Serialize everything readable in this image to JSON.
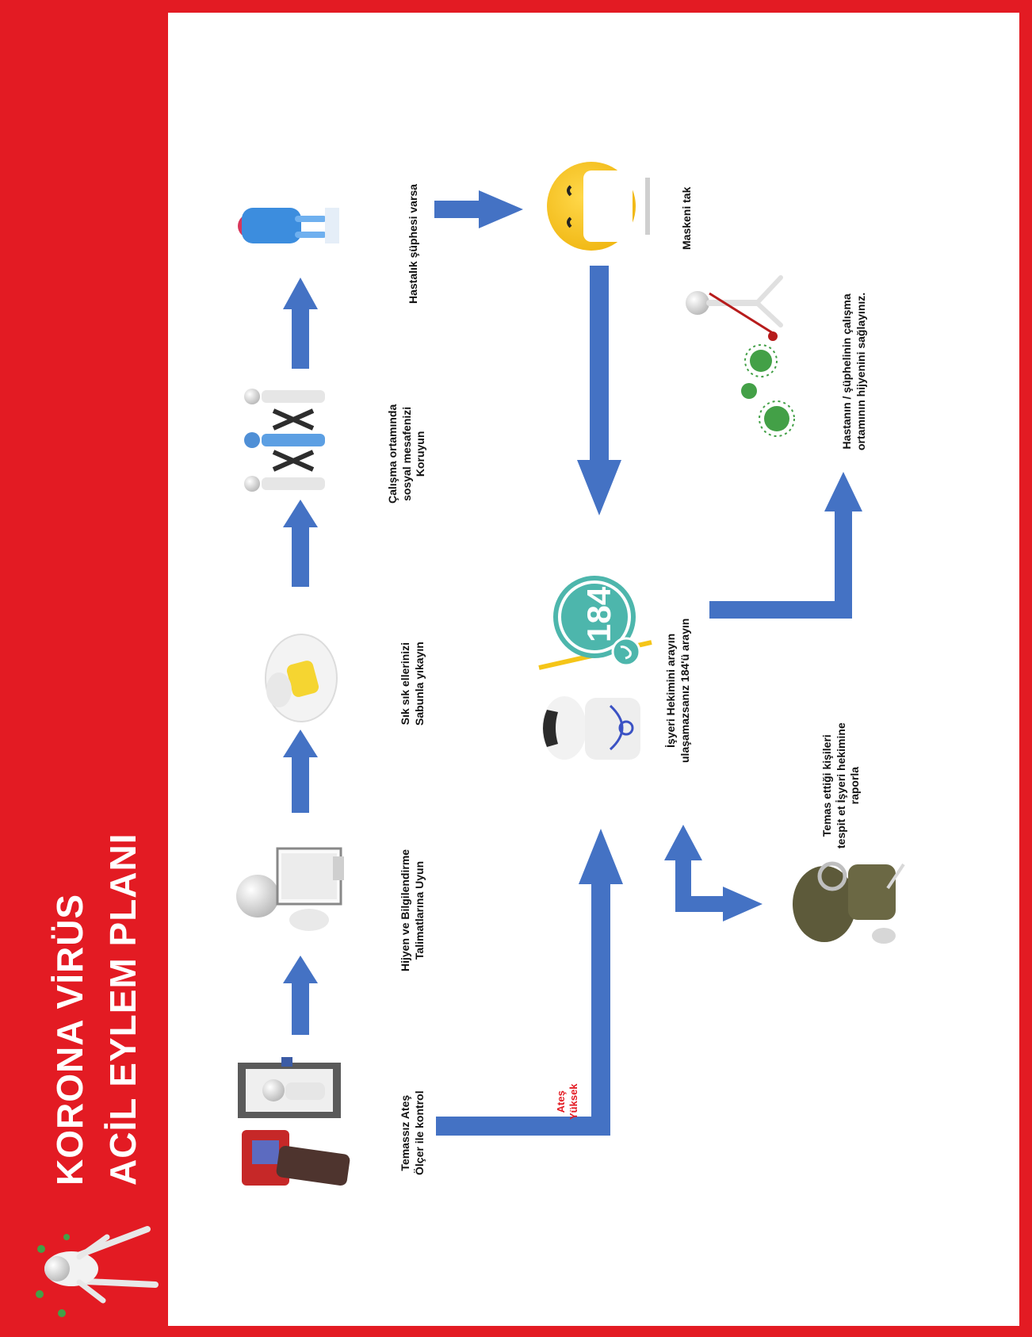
{
  "header": {
    "title_line1": "KORONA VİRÜS",
    "title_line2": "ACİL EYLEM PLANI"
  },
  "steps": {
    "temperature_line1": "Temassız Ateş",
    "temperature_line2": "Ölçer ile kontrol",
    "hygiene_line1": "Hijyen ve Bilgilendirme",
    "hygiene_line2": "Talimatlarına Uyun",
    "handwash_line1": "Sık sık ellerinizi",
    "handwash_line2": "Sabunla yıkayın",
    "distance_line1": "Çalışma ortamında",
    "distance_line2": "sosyal mesafenizi",
    "distance_line3": "Koruyun",
    "suspicion_line1": "Hastalık şüphesi varsa",
    "mask_line1": "Maskeni tak",
    "call_line1": "İşyeri Hekimini arayın",
    "call_line2": "ulaşamazsanız 184'ü arayın",
    "contacts_line1": "Temas ettiği kişileri",
    "contacts_line2": "tespit et İşyeri hekimine",
    "contacts_line3": "raporla",
    "cleaning_line1": "Hastanın / şüphelinin çalışma",
    "cleaning_line2": "ortamının hijyenini sağlayınız."
  },
  "branch_label": {
    "line1": "Ateş",
    "line2": "Yüksek"
  },
  "hotline": {
    "number": "184"
  },
  "colors": {
    "frame": "#e31b23",
    "arrow": "#4472c4",
    "virus": "#43a047",
    "emoji": "#f6c21c",
    "hotline": "#4db6ac"
  },
  "icons": [
    "person-pointing-icon",
    "thermometer-gun-icon",
    "doorway-figure-icon",
    "figure-with-board-icon",
    "soap-hands-icon",
    "social-distance-icon",
    "sick-figure-icon",
    "mask-emoji-icon",
    "doctor-icon",
    "phone-184-icon",
    "cleaning-figure-icon",
    "virus-icon",
    "contact-figure-icon"
  ]
}
